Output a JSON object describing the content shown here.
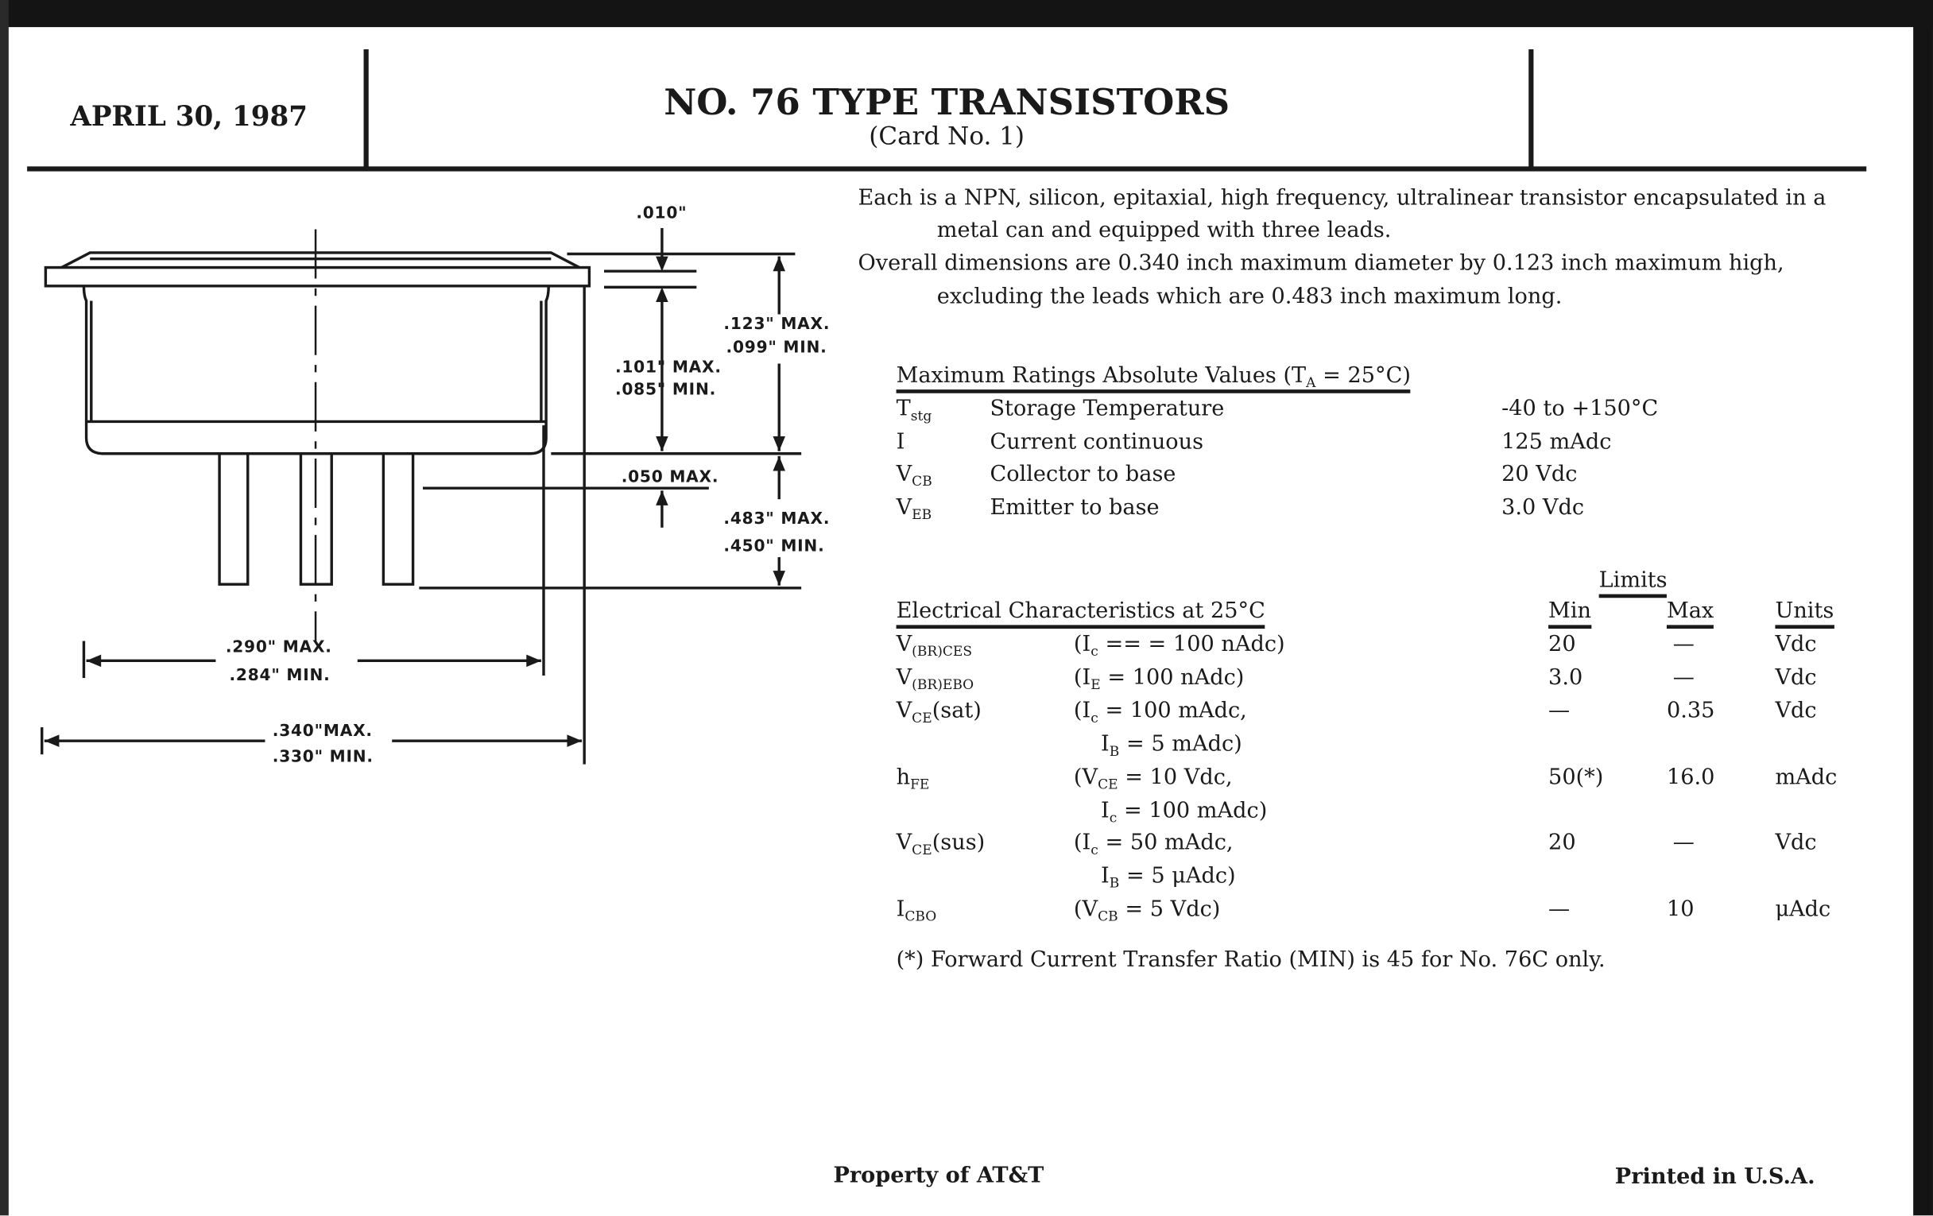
{
  "header": {
    "date": "APRIL 30, 1987",
    "title": "NO. 76 TYPE TRANSISTORS",
    "subtitle": "(Card No. 1)"
  },
  "description": {
    "line1a": "Each is a NPN, silicon, epitaxial, high frequency, ultralinear transistor encapsulated in a",
    "line1b": "metal can and equipped with three leads.",
    "line2a": "Overall dimensions are 0.340 inch maximum diameter by 0.123 inch maximum high,",
    "line2b": "excluding the leads which are 0.483 inch maximum long."
  },
  "drawing": {
    "labels": {
      "d010": ".010\"",
      "d123": ".123\" MAX.",
      "d099": ".099\" MIN.",
      "d101": ".101\" MAX.",
      "d085": ".085\" MIN.",
      "d050": ".050 MAX.",
      "d483": ".483\" MAX.",
      "d450": ".450\" MIN.",
      "d290": ".290\" MAX.",
      "d284": ".284\" MIN.",
      "d340": ".340\"MAX.",
      "d330": ".330\" MIN."
    }
  },
  "ratings": {
    "heading": "Maximum Ratings Absolute Values (T",
    "heading_sub": "A",
    "heading_end": " = 25°C)",
    "rows": [
      {
        "sym": "T",
        "sub": "stg",
        "desc": "Storage Temperature",
        "value": "-40 to +150°C"
      },
      {
        "sym": "I",
        "sub": "",
        "desc": "Current continuous",
        "value": "125 mAdc"
      },
      {
        "sym": "V",
        "sub": "CB",
        "desc": "Collector to base",
        "value": "20 Vdc"
      },
      {
        "sym": "V",
        "sub": "EB",
        "desc": "Emitter to base",
        "value": "3.0 Vdc"
      }
    ]
  },
  "electrical": {
    "heading": "Electrical Characteristics at 25°C",
    "limits": "Limits",
    "min": "Min",
    "max": "Max",
    "units": "Units",
    "rows": [
      {
        "sym": "V",
        "sub": "(BR)CES",
        "suf": "",
        "c1": "(I",
        "c1s": "c",
        "c1e": " == = 100 nAdc)",
        "c2": "",
        "min": "20",
        "max": "—",
        "unit": "Vdc"
      },
      {
        "sym": "V",
        "sub": "(BR)EBO",
        "suf": "",
        "c1": "(I",
        "c1s": "E",
        "c1e": " = 100 nAdc)",
        "c2": "",
        "min": "3.0",
        "max": "—",
        "unit": "Vdc"
      },
      {
        "sym": "V",
        "sub": "CE",
        "suf": "(sat)",
        "c1": "(I",
        "c1s": "c",
        "c1e": " = 100 mAdc,",
        "c2": "I",
        "c2s": "B",
        "c2e": " = 5 mAdc)",
        "min": "—",
        "max": "0.35",
        "unit": "Vdc"
      },
      {
        "sym": "h",
        "sub": "FE",
        "suf": "",
        "c1": "(V",
        "c1s": "CE",
        "c1e": " = 10 Vdc,",
        "c2": "I",
        "c2s": "c",
        "c2e": " = 100 mAdc)",
        "min": "50(*)",
        "max": "16.0",
        "unit": "mAdc"
      },
      {
        "sym": "V",
        "sub": "CE",
        "suf": "(sus)",
        "c1": "(I",
        "c1s": "c",
        "c1e": " = 50  mAdc,",
        "c2": "I",
        "c2s": "B",
        "c2e": " = 5 μAdc)",
        "min": "20",
        "max": "—",
        "unit": "Vdc"
      },
      {
        "sym": "I",
        "sub": "CBO",
        "suf": "",
        "c1": "(V",
        "c1s": "CB",
        "c1e": " = 5 Vdc)",
        "c2": "",
        "min": "—",
        "max": "10",
        "unit": "μAdc"
      }
    ],
    "footnote": "(*)  Forward Current Transfer Ratio (MIN) is 45 for No. 76C only."
  },
  "footer": {
    "left": "Property of AT&T",
    "right": "Printed in U.S.A."
  }
}
